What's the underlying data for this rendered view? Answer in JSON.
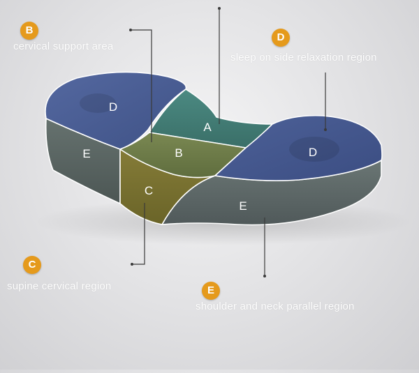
{
  "badge_color": "#e59a1c",
  "annotations": {
    "b": {
      "letter": "B",
      "text": "cervical support area"
    },
    "d": {
      "letter": "D",
      "text": "sleep on side relaxation region"
    },
    "c": {
      "letter": "C",
      "text": "supine cervical region"
    },
    "e": {
      "letter": "E",
      "text": "shoulder and neck parallel region"
    }
  },
  "pillow_labels": {
    "d_left": "D",
    "a": "A",
    "b": "B",
    "d_right": "D",
    "e_left": "E",
    "c": "C",
    "e_right": "E"
  },
  "zone_colors": {
    "top_blue": "#4a5e8e",
    "top_blue_edge": "#3e5080",
    "zone_a": "#3f7a74",
    "zone_b": "#6b7a46",
    "zone_c": "#7a7432",
    "side_grey": "#5c6a68"
  }
}
